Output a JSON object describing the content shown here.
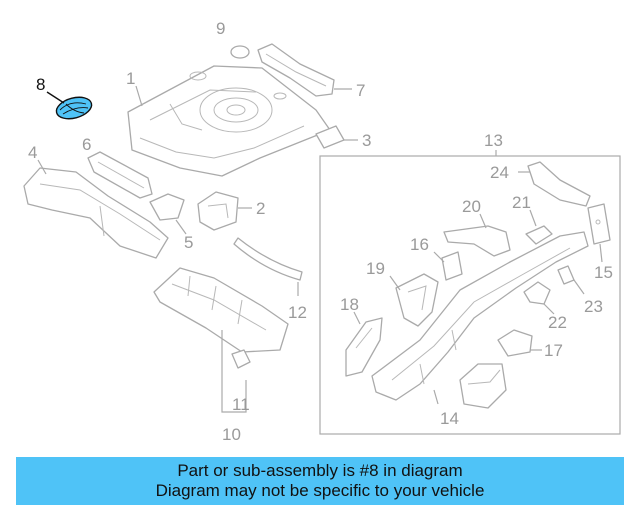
{
  "diagram": {
    "callouts": {
      "c1": "1",
      "c2": "2",
      "c3": "3",
      "c4": "4",
      "c5": "5",
      "c6": "6",
      "c7": "7",
      "c8": "8",
      "c9": "9",
      "c10": "10",
      "c11": "11",
      "c12": "12",
      "c13": "13",
      "c14": "14",
      "c15": "15",
      "c16": "16",
      "c17": "17",
      "c18": "18",
      "c19": "19",
      "c20": "20",
      "c21": "21",
      "c22": "22",
      "c23": "23",
      "c24": "24"
    },
    "highlight_callout": "8",
    "colors": {
      "highlight_fill": "#4fc3f7",
      "line": "#aaaaaa",
      "highlight_line": "#111111"
    }
  },
  "banner": {
    "line1": "Part or sub-assembly is #8 in diagram",
    "line2": "Diagram may not be specific to your vehicle",
    "color": "#4fc3f7"
  }
}
